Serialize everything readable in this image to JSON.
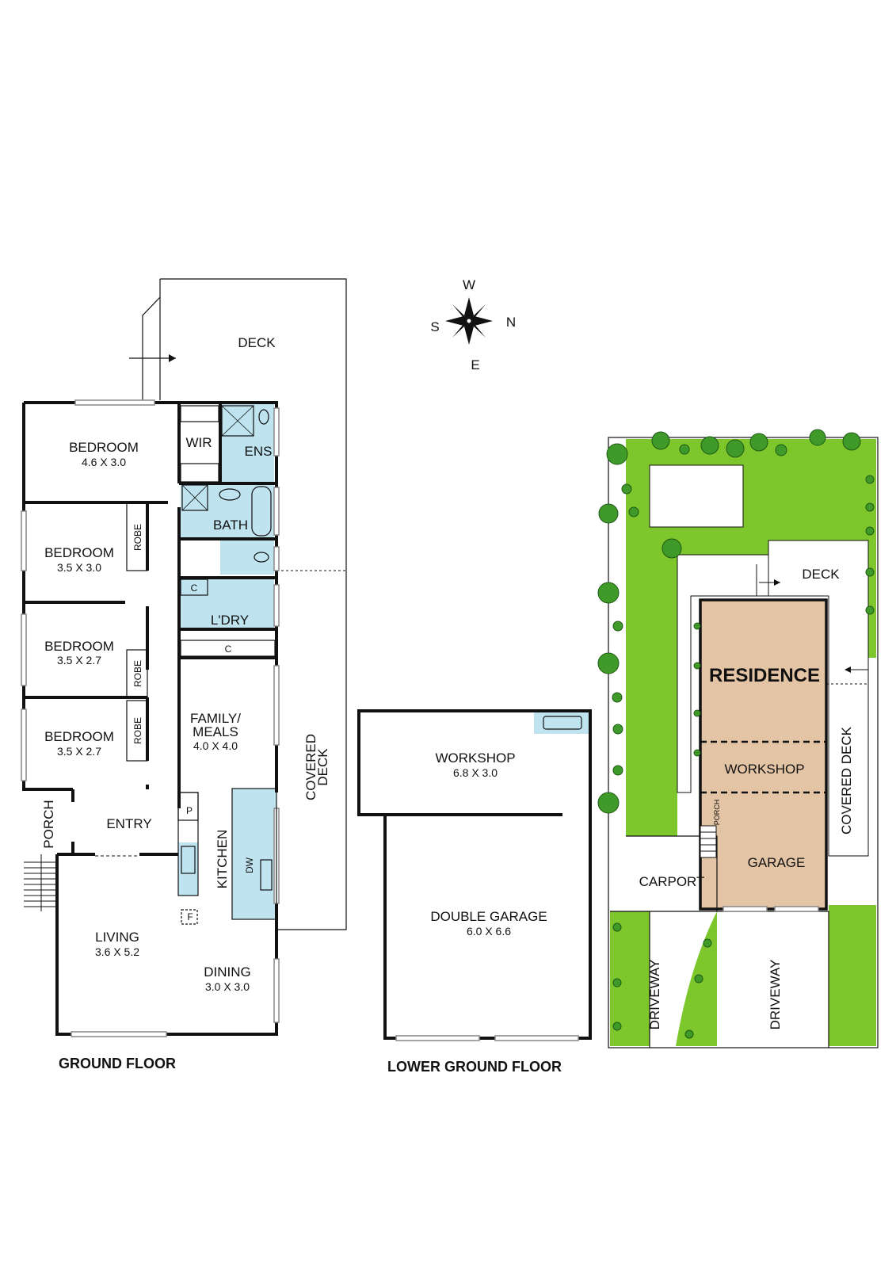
{
  "compass": {
    "north": "N",
    "south": "S",
    "east": "E",
    "west": "W"
  },
  "ground_floor": {
    "caption": "GROUND FLOOR",
    "deck": "DECK",
    "covered_deck_line1": "COVERED",
    "covered_deck_line2": "DECK",
    "bedroom1": {
      "name": "BEDROOM",
      "dims": "4.6 X 3.0"
    },
    "wir": "WIR",
    "ens": "ENS",
    "bedroom2": {
      "name": "BEDROOM",
      "dims": "3.5 X 3.0"
    },
    "bath": "BATH",
    "robe": "ROBE",
    "cupboard": "C",
    "laundry": "L'DRY",
    "bedroom3": {
      "name": "BEDROOM",
      "dims": "3.5 X 2.7"
    },
    "bedroom4": {
      "name": "BEDROOM",
      "dims": "3.5 X 2.7"
    },
    "family_line1": "FAMILY/",
    "family_line2": "MEALS",
    "family_dims": "4.0 X 4.0",
    "porch": "PORCH",
    "entry": "ENTRY",
    "pantry": "P",
    "kitchen": "KITCHEN",
    "dishwasher": "DW",
    "fridge": "F",
    "living": {
      "name": "LIVING",
      "dims": "3.6 X 5.2"
    },
    "dining": {
      "name": "DINING",
      "dims": "3.0 X 3.0"
    }
  },
  "lower_ground_floor": {
    "caption": "LOWER GROUND FLOOR",
    "workshop": {
      "name": "WORKSHOP",
      "dims": "6.8 X 3.0"
    },
    "double_garage": {
      "name": "DOUBLE GARAGE",
      "dims": "6.0 X 6.6"
    }
  },
  "site_plan": {
    "deck": "DECK",
    "residence": "RESIDENCE",
    "workshop": "WORKSHOP",
    "garage": "GARAGE",
    "covered_deck": "COVERED DECK",
    "porch": "PORCH",
    "carport": "CARPORT",
    "driveway_left": "DRIVEWAY",
    "driveway_right": "DRIVEWAY"
  },
  "colors": {
    "wet_area": "#bfe4f0",
    "lawn": "#7dc62c",
    "residence_fill": "#e3c4a4",
    "tree": "#3f9a2a"
  }
}
